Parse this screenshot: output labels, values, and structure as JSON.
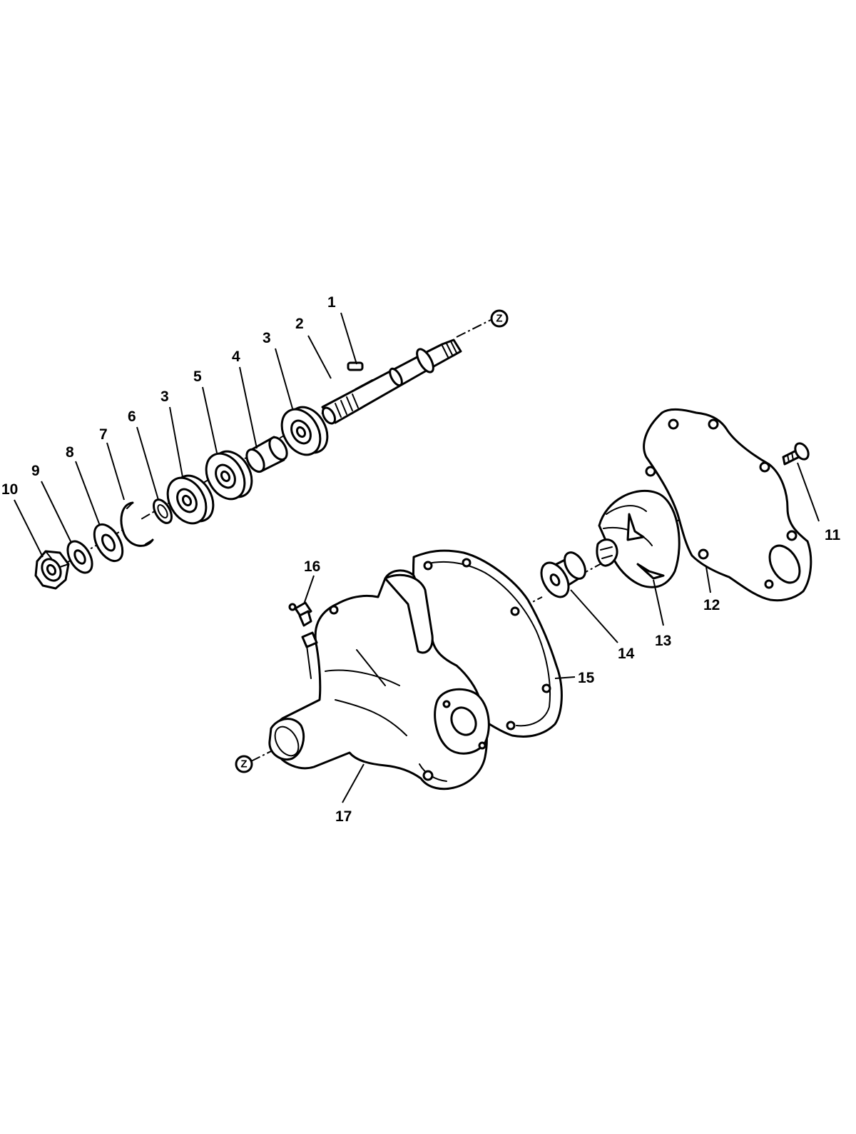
{
  "callouts": {
    "c1": "1",
    "c2": "2",
    "c3a": "3",
    "c3b": "3",
    "c4": "4",
    "c5": "5",
    "c6": "6",
    "c7": "7",
    "c8": "8",
    "c9": "9",
    "c10": "10",
    "c11": "11",
    "c12": "12",
    "c13": "13",
    "c14": "14",
    "c15": "15",
    "c16": "16",
    "c17": "17"
  },
  "reference_marks": {
    "z_top": "Z",
    "z_bottom": "Z"
  }
}
